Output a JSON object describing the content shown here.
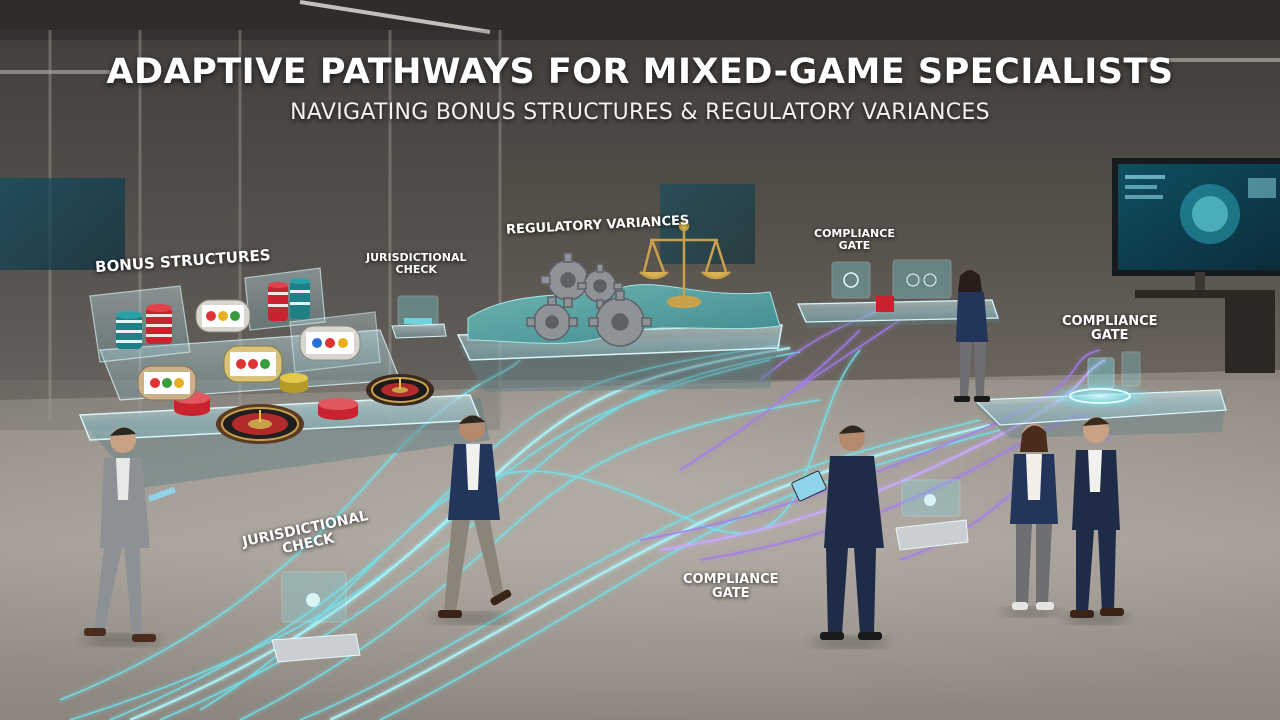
{
  "title": "ADAPTIVE PATHWAYS FOR MIXED-GAME SPECIALISTS",
  "subtitle": "NAVIGATING BONUS STRUCTURES & REGULATORY VARIANCES",
  "labels": {
    "bonus_structures": "BONUS STRUCTURES",
    "regulatory_variances": "REGULATORY VARIANCES",
    "jurisdictional_check_upper": {
      "line1": "JURISDICTIONAL",
      "line2": "CHECK"
    },
    "jurisdictional_check_lower": {
      "line1": "JURISDICTIONAL",
      "line2": "CHECK"
    },
    "compliance_gate_top": {
      "line1": "COMPLIANCE",
      "line2": "GATE"
    },
    "compliance_gate_right": {
      "line1": "COMPLIANCE",
      "line2": "GATE"
    },
    "compliance_gate_bottom": {
      "line1": "COMPLIANCE",
      "line2": "GATE"
    }
  },
  "colors": {
    "cyan_stream": "#6fe6f2",
    "violet_stream": "#a47bf0",
    "glass": "#bfe9f2",
    "chip_red": "#c8232f",
    "chip_teal": "#1f7f86"
  }
}
